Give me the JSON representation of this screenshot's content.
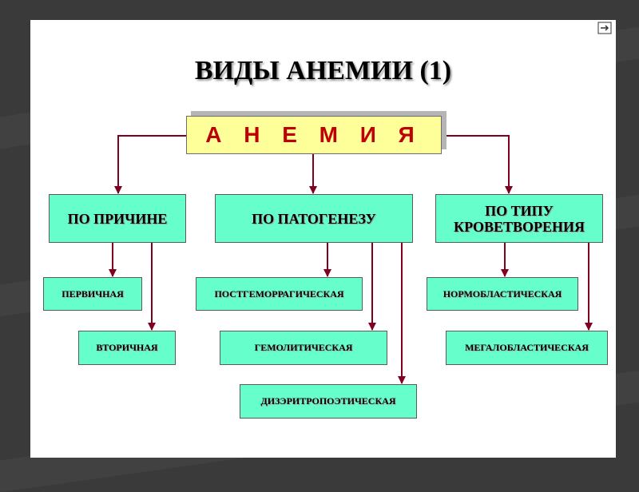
{
  "title": "ВИДЫ  АНЕМИИ (1)",
  "root": "А Н Е М И Я",
  "colors": {
    "root_fill": "#ffff99",
    "root_text": "#c00000",
    "box_fill": "#66ffcc",
    "arrow": "#800020"
  },
  "categories": [
    {
      "label": "ПО ПРИЧИНЕ",
      "children": [
        "ПЕРВИЧНАЯ",
        "ВТОРИЧНАЯ"
      ]
    },
    {
      "label": "ПО ПАТОГЕНЕЗУ",
      "children": [
        "ПОСТГЕМОРРАГИЧЕСКАЯ",
        "ГЕМОЛИТИЧЕСКАЯ",
        "ДИЗЭРИТРОПОЭТИЧЕСКАЯ"
      ]
    },
    {
      "label": "ПО ТИПУ КРОВЕТВОРЕНИЯ",
      "children": [
        "НОРМОБЛАСТИЧЕСКАЯ",
        "МЕГАЛОБЛАСТИЧЕСКАЯ"
      ]
    }
  ]
}
